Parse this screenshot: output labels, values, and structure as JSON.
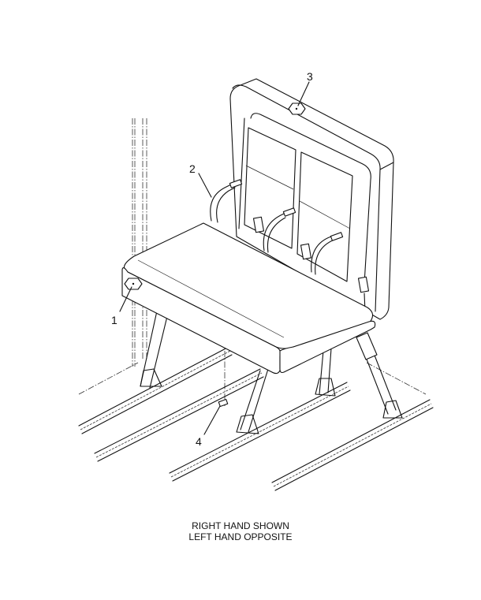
{
  "diagram": {
    "callouts": [
      {
        "id": "1",
        "label": "1"
      },
      {
        "id": "2",
        "label": "2"
      },
      {
        "id": "3",
        "label": "3"
      },
      {
        "id": "4",
        "label": "4"
      }
    ],
    "caption": {
      "line1": "RIGHT HAND SHOWN",
      "line2": "LEFT HAND OPPOSITE"
    }
  }
}
